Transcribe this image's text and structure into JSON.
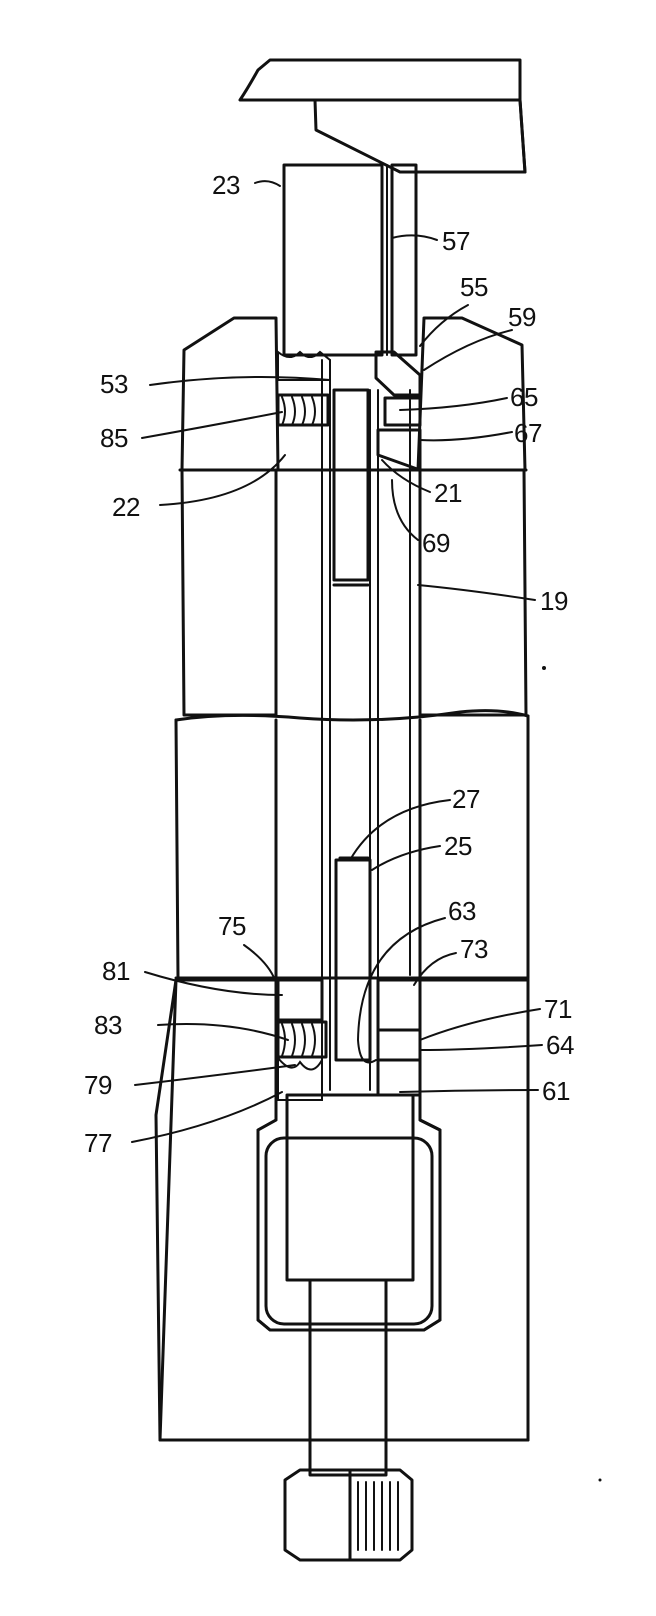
{
  "labels": {
    "l23": "23",
    "l57": "57",
    "l55": "55",
    "l59": "59",
    "l53": "53",
    "l65": "65",
    "l85": "85",
    "l67": "67",
    "l21": "21",
    "l22": "22",
    "l69": "69",
    "l19": "19",
    "l27": "27",
    "l25": "25",
    "l75": "75",
    "l63": "63",
    "l73": "73",
    "l81": "81",
    "l71": "71",
    "l83": "83",
    "l64": "64",
    "l79": "79",
    "l61": "61",
    "l77": "77"
  },
  "colors": {
    "ink": "#111111",
    "paper": "#ffffff"
  }
}
